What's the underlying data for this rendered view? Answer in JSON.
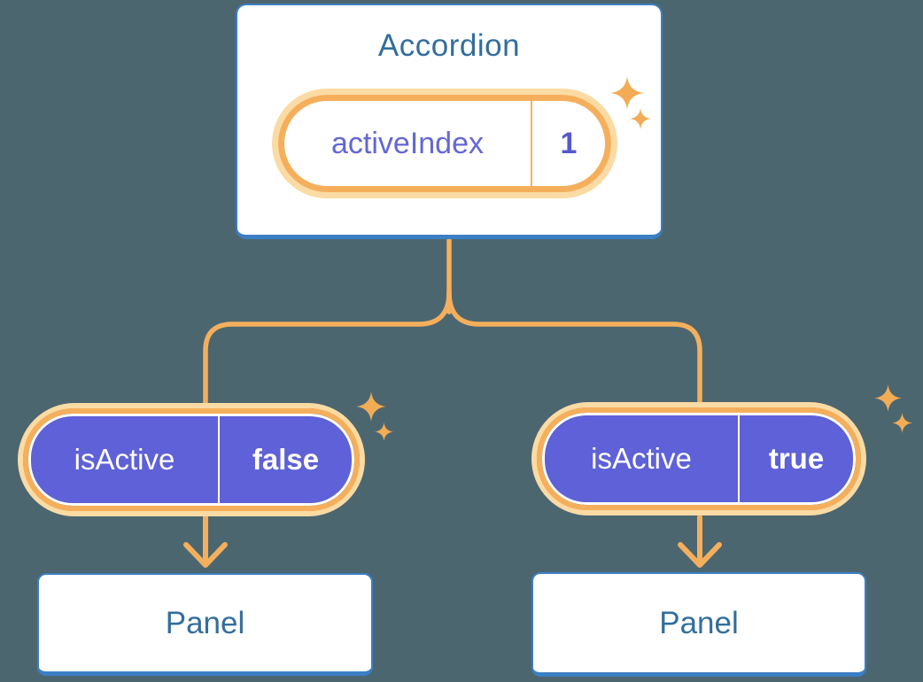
{
  "colors": {
    "bg": "#4C6670",
    "box_border": "#3B7FC4",
    "box_text": "#336E9C",
    "accent": "#F5AF5C",
    "accent_light": "#FBDBA4",
    "sparkle": "#F3AC55",
    "purple": "#5E61D7",
    "purple_label": "#6467D4",
    "purple_value": "#5558CF"
  },
  "accordion": {
    "title": "Accordion",
    "state": {
      "label": "activeIndex",
      "value": "1"
    }
  },
  "left": {
    "prop": {
      "label": "isActive",
      "value": "false"
    },
    "panel_title": "Panel"
  },
  "right": {
    "prop": {
      "label": "isActive",
      "value": "true"
    },
    "panel_title": "Panel"
  },
  "icons": {
    "sparkle": "sparkle-icon"
  }
}
